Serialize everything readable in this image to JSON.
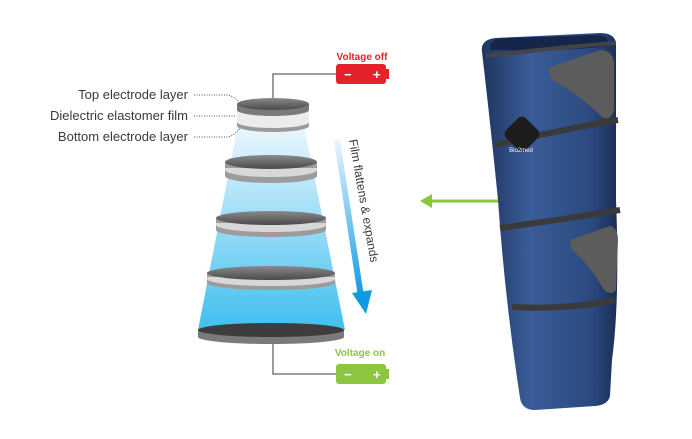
{
  "labels": {
    "top_electrode": "Top electrode layer",
    "dielectric": "Dielectric elastomer film",
    "bottom_electrode": "Bottom electrode layer",
    "voltage_off": "Voltage off",
    "voltage_on": "Voltage on",
    "process": "Film flattens & expands",
    "minus": "−",
    "plus": "+"
  },
  "device_logo": "Bio2med",
  "colors": {
    "off": "#e3232c",
    "on": "#8cc63f",
    "arrow": "#1aa3e8",
    "sleeve": "#2f4f86"
  }
}
